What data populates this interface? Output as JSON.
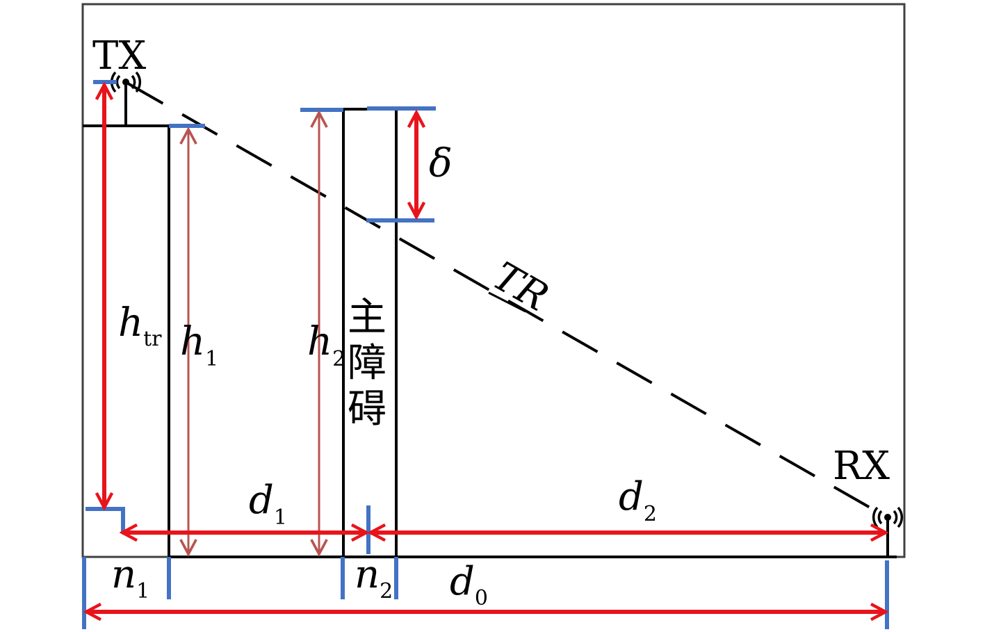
{
  "labels": {
    "tx": "TX",
    "rx": "RX",
    "tr": "TR",
    "delta": "δ",
    "htr_main": "h",
    "htr_sub": "tr",
    "h1_main": "h",
    "h1_sub": "1",
    "h2_main": "h",
    "h2_sub": "2",
    "d1_main": "d",
    "d1_sub": "1",
    "d2_main": "d",
    "d2_sub": "2",
    "d0_main": "d",
    "d0_sub": "0",
    "n1_main": "n",
    "n1_sub": "1",
    "n2_main": "n",
    "n2_sub": "2",
    "obstacle_1": "主",
    "obstacle_2": "障",
    "obstacle_3": "碍"
  },
  "colors": {
    "structure": "#000000",
    "dimension_red": "#e8141c",
    "dimension_brown": "#b85450",
    "tick_blue": "#4472c4",
    "frame": "#404040"
  },
  "icons": {
    "tx_antenna": "antenna-icon",
    "rx_antenna": "antenna-icon"
  }
}
